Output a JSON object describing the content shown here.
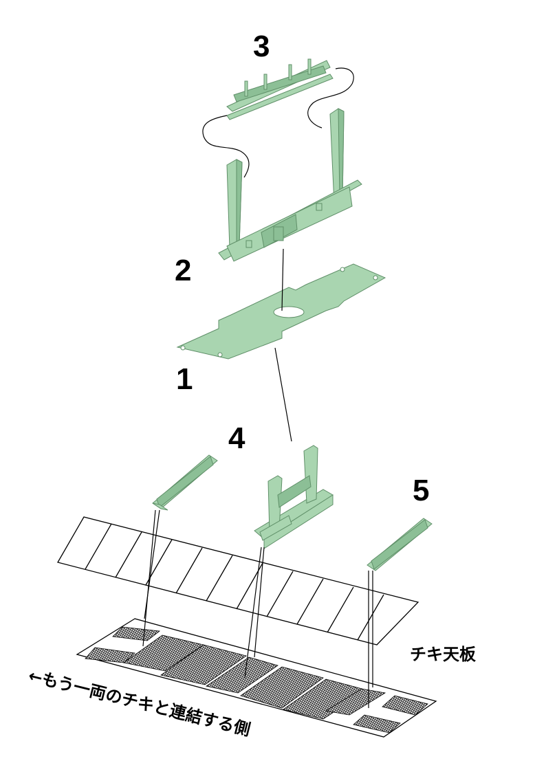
{
  "parts": {
    "p1": "1",
    "p2": "2",
    "p3": "3",
    "p4": "4",
    "p5": "5"
  },
  "labels": {
    "deck": "チキ天板",
    "coupling_side": "←もう一両のチキと連結する側"
  },
  "colors": {
    "part_fill": "#a9d5b0",
    "part_stroke": "#5f8f68",
    "line": "#000000",
    "background": "#ffffff"
  }
}
